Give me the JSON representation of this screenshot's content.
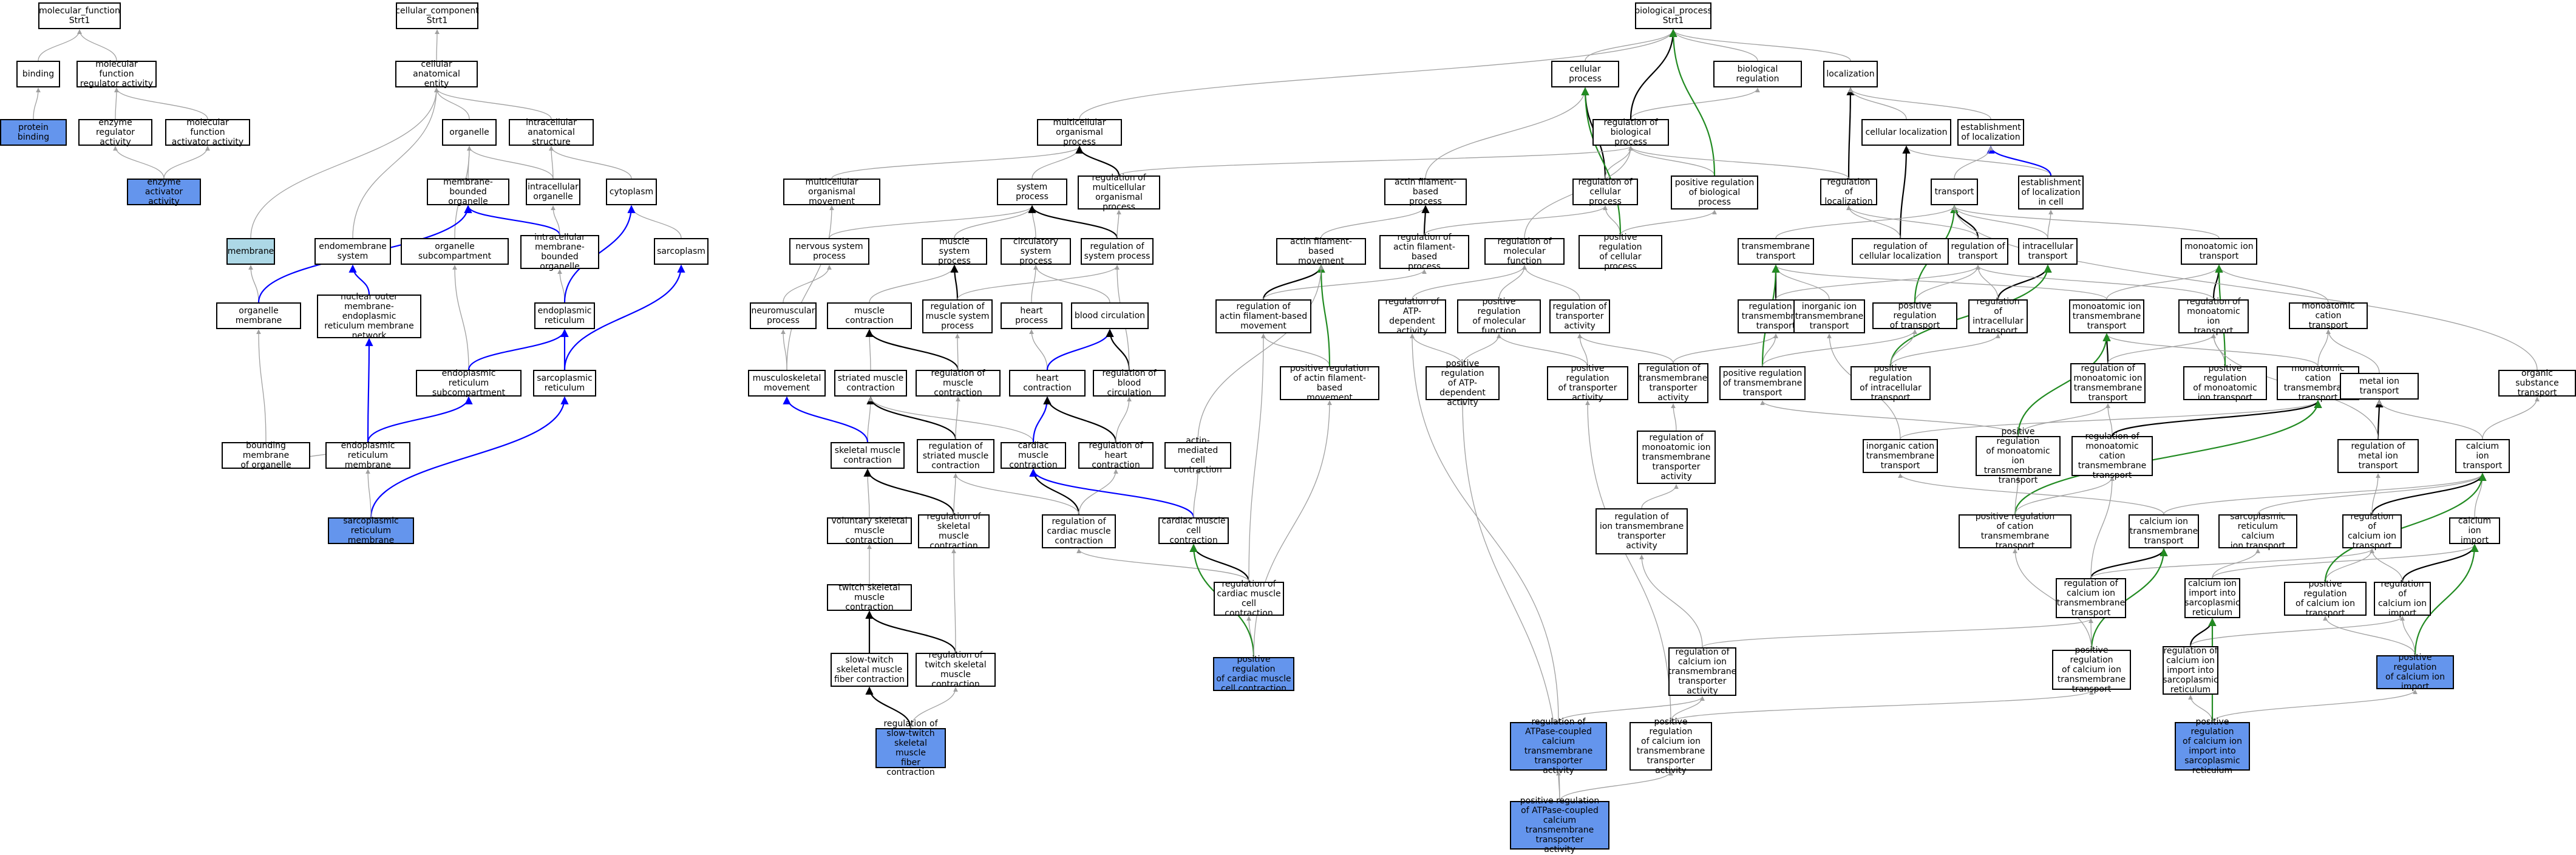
{
  "colors": {
    "grey": "#a0a0a0",
    "black": "#000000",
    "blue": "#0000ff",
    "green": "#228b22",
    "highlight": "#6495ed",
    "lightblue": "#add8e6"
  },
  "nodes": {
    "mf": "molecular_function\nStrt1",
    "cc": "cellular_component\nStrt1",
    "bp": "biological_process\nStrt1",
    "binding": "binding",
    "mfra": "molecular function\nregulator activity",
    "protbind": "protein binding",
    "enzreg": "enzyme regulator\nactivity",
    "mfact": "molecular function\nactivator activity",
    "enzact": "enzyme activator\nactivity",
    "cae": "cellular anatomical\nentity",
    "organelle": "organelle",
    "ias": "intracellular\nanatomical structure",
    "mbo": "membrane-bounded\norganelle",
    "io": "intracellular\norganelle",
    "cytoplasm": "cytoplasm",
    "membrane": "membrane",
    "endosys": "endomembrane\nsystem",
    "osub": "organelle subcompartment",
    "imbo": "intracellular\nmembrane-bounded\norganelle",
    "sarcoplasm": "sarcoplasm",
    "ormem": "organelle membrane",
    "nuclear": "nuclear outer\nmembrane-endoplasmic\nreticulum membrane\nnetwork",
    "er": "endoplasmic\nreticulum",
    "ersub": "endoplasmic\nreticulum subcompartment",
    "sr": "sarcoplasmic\nreticulum",
    "bmo": "bounding membrane\nof organelle",
    "erm": "endoplasmic\nreticulum membrane",
    "srm": "sarcoplasmic\nreticulum membrane",
    "mop": "multicellular\norganismal process",
    "mcom": "multicellular\norganismal movement",
    "sysproc": "system process",
    "rmop": "regulation of\nmulticellular\norganismal process",
    "nsp": "nervous system\nprocess",
    "msp": "muscle system\nprocess",
    "circ": "circulatory\nsystem process",
    "rsp": "regulation of\nsystem process",
    "neuro": "neuromuscular\nprocess",
    "mcontr": "muscle contraction",
    "rmsp": "regulation of\nmuscle system\nprocess",
    "heartproc": "heart process",
    "blood": "blood circulation",
    "skm": "musculoskeletal\nmovement",
    "strmc": "striated muscle\ncontraction",
    "rmc": "regulation of\nmuscle contraction",
    "heartc": "heart contraction",
    "rbc": "regulation of\nblood circulation",
    "skmc": "skeletal muscle\ncontraction",
    "rsmc": "regulation of\nstriated muscle\ncontraction",
    "cardmc": "cardiac muscle\ncontraction",
    "rhc": "regulation of\nheart contraction",
    "afbp": "actin filament-based\nprocess",
    "afbm": "actin filament-based\nmovement",
    "rafbp": "regulation of\nactin filament-based\nprocess",
    "rafbm": "regulation of\nactin filament-based\nmovement",
    "prafbm": "positive regulation\nof actin filament-based\nmovement",
    "actinmed": "actin-mediated\ncell contraction",
    "vsmc": "voluntary skeletal\nmuscle contraction",
    "rskmc": "regulation of\nskeletal muscle\ncontraction",
    "rcmc": "regulation of\ncardiac muscle\ncontraction",
    "cmcc": "cardiac muscle\ncell contraction",
    "tsmc": "twitch skeletal\nmuscle contraction",
    "rcmcc": "regulation of\ncardiac muscle\ncell contraction",
    "stsmfc": "slow-twitch\nskeletal muscle\nfiber contraction",
    "rtsmc": "regulation of\ntwitch skeletal\nmuscle contraction",
    "prcmcc": "positive regulation\nof cardiac muscle\ncell contraction",
    "rststsmfc": "regulation of\nslow-twitch\nskeletal muscle\nfiber contraction",
    "cellproc": "cellular process",
    "bioreg": "biological regulation",
    "localization": "localization",
    "rbp": "regulation of\nbiological process",
    "prbp": "positive regulation\nof biological\nprocess",
    "rcp": "regulation of\ncellular process",
    "prcp": "positive regulation\nof cellular\nprocess",
    "rloc": "regulation of\nlocalization",
    "cellloc": "cellular localization",
    "estloc": "establishment\nof localization",
    "estlocc": "establishment\nof localization\nin cell",
    "rmf": "regulation of\nmolecular function",
    "rcl": "regulation of\ncellular localization",
    "transport": "transport",
    "tmt": "transmembrane\ntransport",
    "rtransport": "regulation of\ntransport",
    "ict": "intracellular\ntransport",
    "mit": "monoatomic ion\ntransport",
    "ratp": "regulation of\nATP-dependent\nactivity",
    "prmf": "positive regulation\nof molecular\nfunction",
    "rta": "regulation of\ntransporter\nactivity",
    "rtmt": "regulation of\ntransmembrane\ntransport",
    "iitt": "inorganic ion\ntransmembrane\ntransport",
    "prt": "positive regulation\nof transport",
    "rict": "regulation of\nintracellular\ntransport",
    "mitt": "monoatomic ion\ntransmembrane\ntransport",
    "rmit": "regulation of\nmonoatomic ion\ntransport",
    "mct": "monoatomic cation\ntransport",
    "pratp": "positive regulation\nof ATP-dependent\nactivity",
    "prta": "positive regulation\nof transporter\nactivity",
    "rtta": "regulation of\ntransmembrane\ntransporter\nactivity",
    "prtmt": "positive regulation\nof transmembrane\ntransport",
    "prict": "positive regulation\nof intracellular\ntransport",
    "rmitt": "regulation of\nmonoatomic ion\ntransmembrane\ntransport",
    "prmit": "positive regulation\nof monoatomic\nion transport",
    "mctt": "monoatomic cation\ntransmembrane\ntransport",
    "metal": "metal ion transport",
    "ost": "organic substance\ntransport",
    "rmitta": "regulation of\nmonoatomic ion\ntransmembrane\ntransporter\nactivity",
    "icatt": "inorganic cation\ntransmembrane\ntransport",
    "prmitt": "positive regulation\nof monoatomic\nion transmembrane\ntransport",
    "rmctt": "regulation of\nmonoatomic cation\ntransmembrane\ntransport",
    "rmetal": "regulation of\nmetal ion transport",
    "cait": "calcium ion\ntransport",
    "ritta": "regulation of\nion transmembrane\ntransporter\nactivity",
    "prctt": "positive regulation\nof cation transmembrane\ntransport",
    "caitt": "calcium ion\ntransmembrane\ntransport",
    "srcait": "sarcoplasmic\nreticulum calcium\nion transport",
    "rcait": "regulation of\ncalcium ion\ntransport",
    "caimp": "calcium ion\nimport",
    "rcaitt": "regulation of\ncalcium ion\ntransmembrane\ntransport",
    "caimpsr": "calcium ion\nimport into\nsarcoplasmic\nreticulum",
    "prcait": "positive regulation\nof calcium ion\ntransport",
    "rcaimp": "regulation of\ncalcium ion\nimport",
    "rcaitta": "regulation of\ncalcium ion\ntransmembrane\ntransporter\nactivity",
    "prcaitt": "positive regulation\nof calcium ion\ntransmembrane\ntransport",
    "rcaimpsr": "regulation of\ncalcium ion\nimport into\nsarcoplasmic\nreticulum",
    "prcaimp": "positive regulation\nof calcium ion\nimport",
    "ratpc": "regulation of\nATPase-coupled\ncalcium transmembrane\ntransporter\nactivity",
    "prcaitta": "positive regulation\nof calcium ion\ntransmembrane\ntransporter\nactivity",
    "prcaimpsr": "positive regulation\nof calcium ion\nimport into\nsarcoplasmic\nreticulum",
    "pratpc": "positive regulation\nof ATPase-coupled\ncalcium transmembrane\ntransporter\nactivity"
  }
}
